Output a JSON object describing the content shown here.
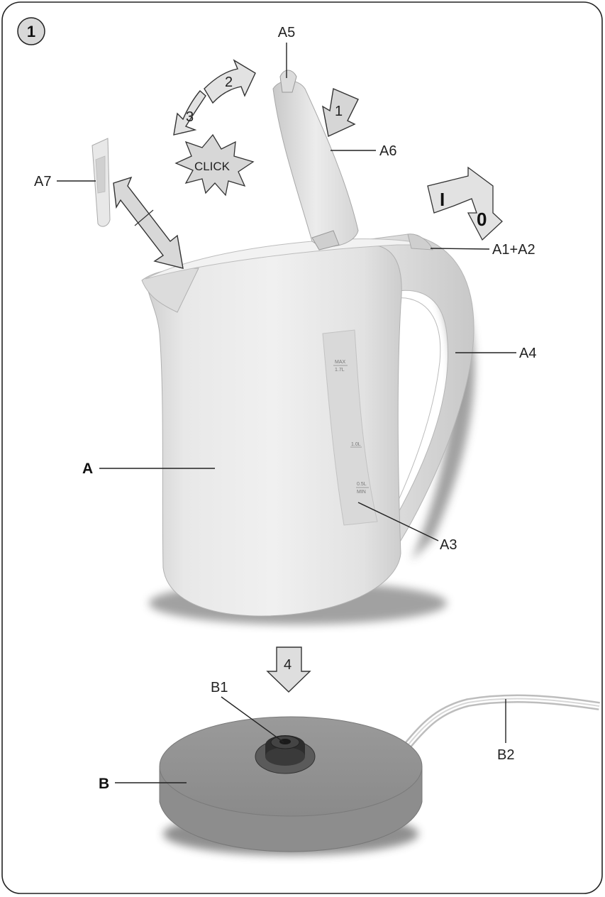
{
  "figure": {
    "number": "1",
    "click_text": "CLICK",
    "switch": {
      "on": "I",
      "off": "0"
    }
  },
  "steps": [
    "1",
    "2",
    "3",
    "4"
  ],
  "labels": {
    "A": "A",
    "A1A2": "A1+A2",
    "A3": "A3",
    "A4": "A4",
    "A5": "A5",
    "A6": "A6",
    "A7": "A7",
    "B": "B",
    "B1": "B1",
    "B2": "B2"
  },
  "water_gauge": {
    "max": "MAX",
    "max_volume": "1.7L",
    "mid": "1.0L",
    "min_volume": "0.5L",
    "min": "MIN"
  }
}
